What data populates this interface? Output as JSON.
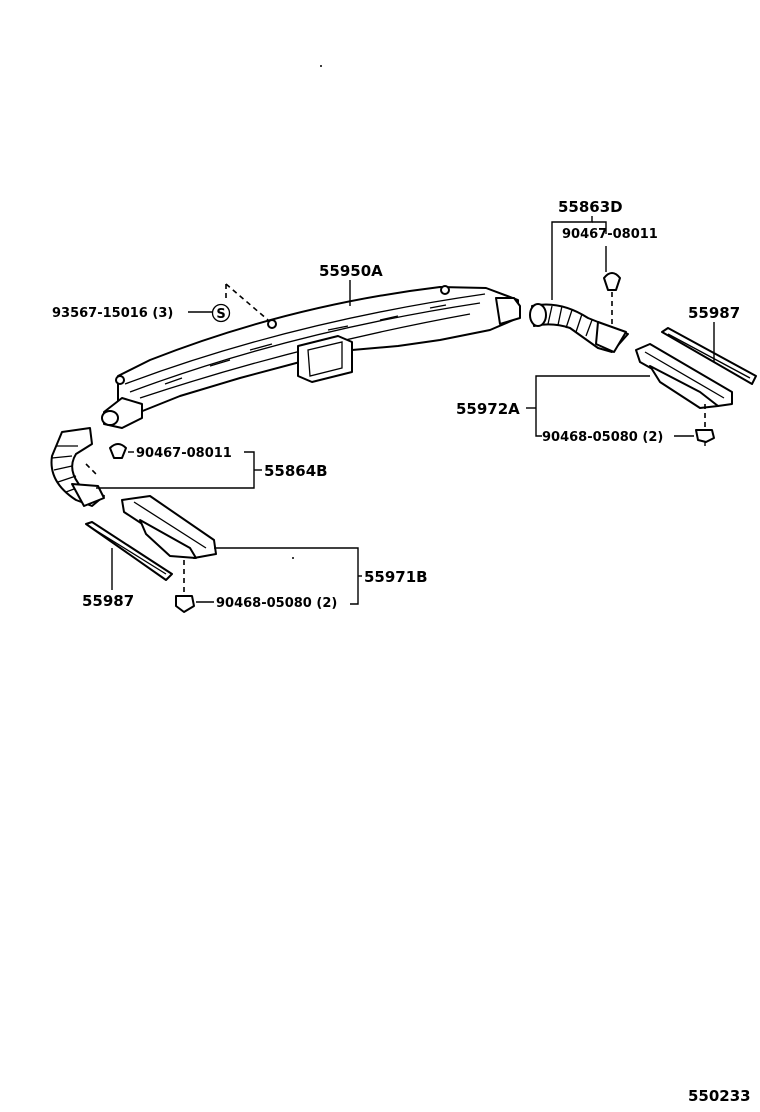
{
  "labels": {
    "main_duct": "55950A",
    "screw_code": "93567-15016 (3)",
    "screw_symbol": "S",
    "right_duct": "55863D",
    "right_clip": "90467-08011",
    "right_grommet": "55987",
    "right_foot_duct": "55972A",
    "right_foot_clip": "90468-05080 (2)",
    "left_clip": "90467-08011",
    "left_duct": "55864B",
    "left_grommet": "55987",
    "left_foot_duct": "55971B",
    "left_foot_clip": "90468-05080 (2)",
    "diagram_code": "550233"
  }
}
